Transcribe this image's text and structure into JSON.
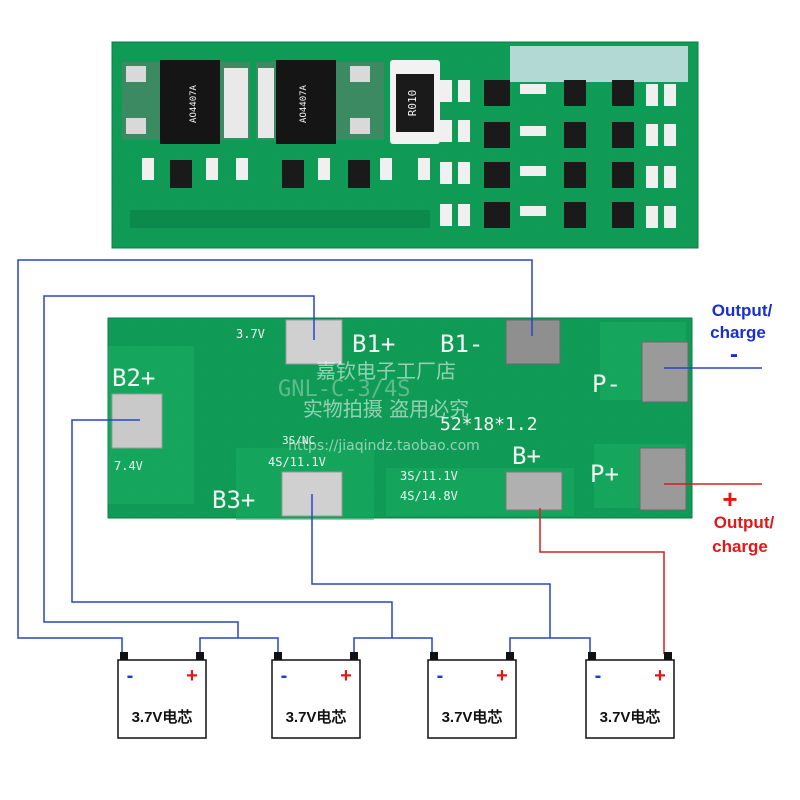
{
  "top_board": {
    "resistor_code": "R010",
    "mosfet_mark_1": "AO4407A",
    "mosfet_mark_2": "AO4407A"
  },
  "board": {
    "pads": {
      "b1_plus": "B1+",
      "b1_minus": "B1-",
      "b2_plus": "B2+",
      "b3_plus": "B3+",
      "b_plus": "B+",
      "p_minus": "P-",
      "p_plus": "P+"
    },
    "silk": {
      "v37": "3.7V",
      "v74": "7.4V",
      "model": "GNL-C-3/4S",
      "size": "52*18*1.2",
      "cfg_a_1": "3S/NC",
      "cfg_a_2": "4S/11.1V",
      "cfg_b_1": "3S/11.1V",
      "cfg_b_2": "4S/14.8V"
    },
    "watermark": {
      "line1": "嘉钦电子工厂店",
      "line2": "实物拍摄 盗用必究",
      "url": "https://jiaqindz.taobao.com"
    }
  },
  "outputs": {
    "negative": {
      "label_1": "Output/",
      "label_2": "charge",
      "sign": "-",
      "color": "#1a2fd0"
    },
    "positive": {
      "label_1": "Output/",
      "label_2": "charge",
      "sign": "+",
      "color": "#e01818"
    }
  },
  "cells": [
    {
      "label": "3.7V电芯",
      "neg_sign": "-",
      "pos_sign": "+"
    },
    {
      "label": "3.7V电芯",
      "neg_sign": "-",
      "pos_sign": "+"
    },
    {
      "label": "3.7V电芯",
      "neg_sign": "-",
      "pos_sign": "+"
    },
    {
      "label": "3.7V电芯",
      "neg_sign": "-",
      "pos_sign": "+"
    }
  ],
  "colors": {
    "pcb": "#0f9a55",
    "pcb_light": "#1aae62",
    "wire_blue": "#2a45c8",
    "wire_red": "#d42020",
    "minus_blue": "#1a3fd0",
    "plus_red": "#e01818"
  }
}
